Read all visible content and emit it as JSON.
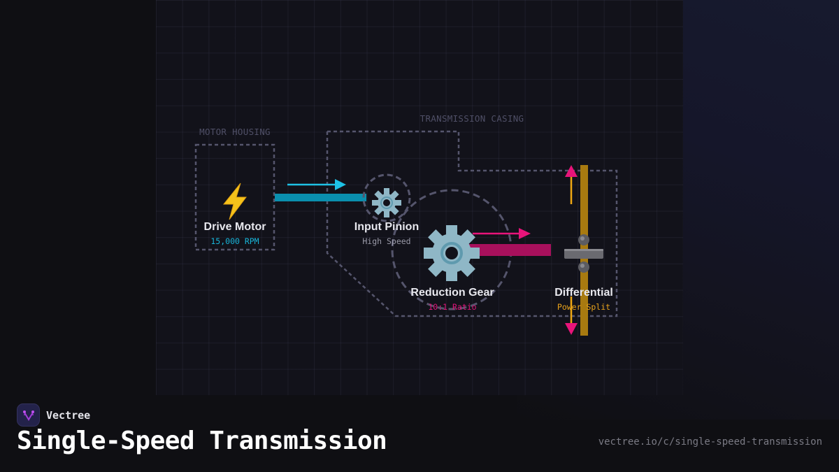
{
  "regions": {
    "motor_housing": "MOTOR HOUSING",
    "transmission_casing": "TRANSMISSION CASING"
  },
  "nodes": {
    "drive_motor": {
      "title": "Drive Motor",
      "subtitle": "15,000 RPM",
      "icon": "lightning-bolt",
      "glyph": "⚡",
      "color": "#18b4d8"
    },
    "input_pinion": {
      "title": "Input Pinion",
      "subtitle": "High Speed",
      "icon": "gear",
      "glyph": "⚙️",
      "color": "#9a9aa8"
    },
    "reduction_gear": {
      "title": "Reduction Gear",
      "subtitle": "10:1 Ratio",
      "icon": "gear",
      "glyph": "⚙️",
      "color": "#e0157a"
    },
    "differential": {
      "title": "Differential",
      "subtitle": "Power Split",
      "icon": "differential",
      "color": "#e8a21a"
    }
  },
  "colors": {
    "motor_shaft": "#0a8fae",
    "motor_flow": "#1ec2e6",
    "output_shaft": "#a8105c",
    "output_flow": "#e8147a",
    "axle": "#a87a10",
    "axle_flow": "#f0a812",
    "axle_arrowhead": "#e8147a"
  },
  "footer": {
    "brand": "Vectree",
    "title": "Single-Speed Transmission",
    "url": "vectree.io/c/single-speed-transmission"
  }
}
